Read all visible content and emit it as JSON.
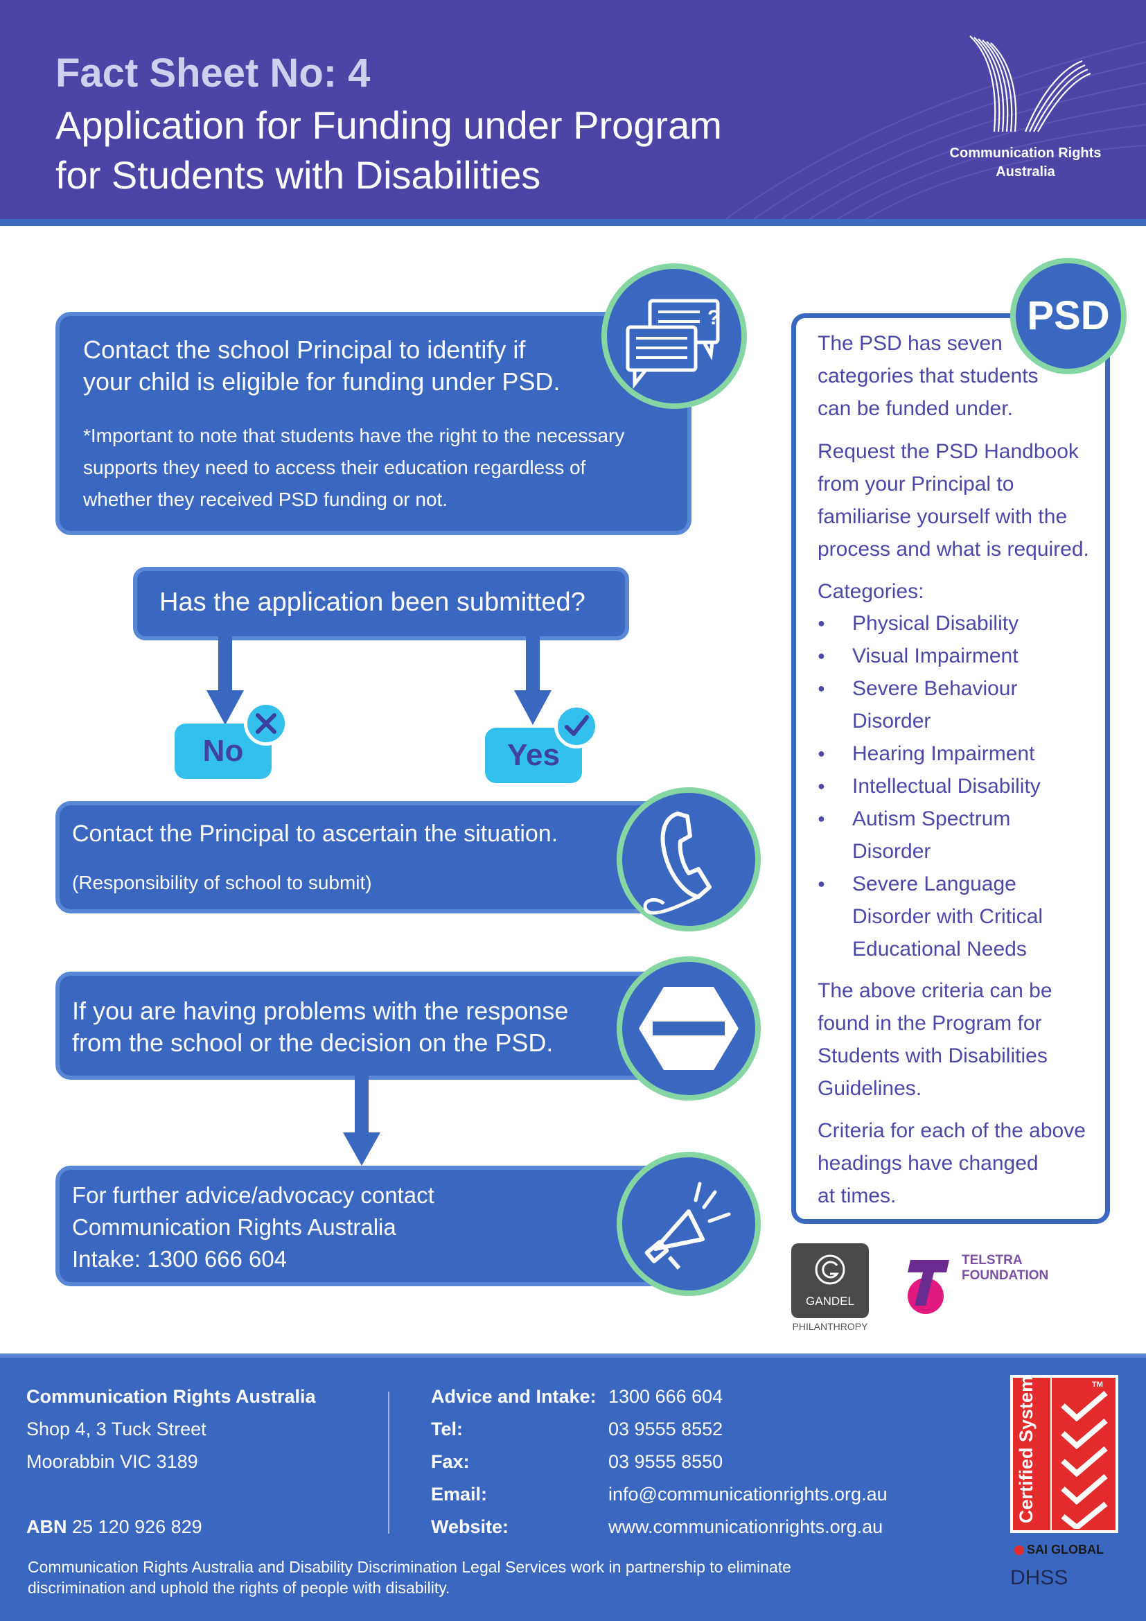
{
  "header": {
    "fact_sheet": "Fact Sheet No: 4",
    "title_line1": "Application for Funding under Program",
    "title_line2": "for Students with Disabilities",
    "logo_line1": "Communication Rights",
    "logo_line2": "Australia"
  },
  "flow": {
    "box1_main_line1": "Contact the school Principal to identify if",
    "box1_main_line2": "your child is eligible for funding under PSD.",
    "box1_note_line1": "*Important to note that students have the right to the necessary",
    "box1_note_line2": "supports they need to access their education regardless of",
    "box1_note_line3": "whether they received PSD funding or not.",
    "question": "Has the application been submitted?",
    "no_label": "No",
    "yes_label": "Yes",
    "box2_main": "Contact the Principal to ascertain the situation.",
    "box2_sub": "(Responsibility of school to submit)",
    "box3_line1": "If you are having problems with the response",
    "box3_line2": "from the school or the decision on the PSD.",
    "box4_line1": "For further advice/advocacy contact",
    "box4_line2": "Communication Rights Australia",
    "box4_line3": "Intake: 1300 666 604"
  },
  "side": {
    "badge": "PSD",
    "p1_l1": "The PSD has seven",
    "p1_l2": "categories that students",
    "p1_l3": "can be funded under.",
    "p2_l1": "Request the PSD Handbook",
    "p2_l2": "from your Principal to",
    "p2_l3": "familiarise yourself with the",
    "p2_l4": "process and what is required.",
    "categories_heading": "Categories:",
    "categories": [
      {
        "l1": "Physical Disability",
        "l2": ""
      },
      {
        "l1": "Visual Impairment",
        "l2": ""
      },
      {
        "l1": "Severe Behaviour",
        "l2": "Disorder"
      },
      {
        "l1": "Hearing Impairment",
        "l2": ""
      },
      {
        "l1": "Intellectual Disability",
        "l2": ""
      },
      {
        "l1": "Autism Spectrum",
        "l2": "Disorder"
      },
      {
        "l1": "Severe Language",
        "l2": "Disorder with Critical",
        "l3": "Educational Needs"
      }
    ],
    "p3_l1": "The above criteria can be",
    "p3_l2": "found in the Program for",
    "p3_l3": "Students with Disabilities",
    "p3_l4": "Guidelines.",
    "p4_l1": "Criteria for each of the above",
    "p4_l2": "headings have changed",
    "p4_l3": "at times."
  },
  "sponsors": {
    "gandel": "GANDEL",
    "gandel_sub": "PHILANTHROPY",
    "telstra_l1": "TELSTRA",
    "telstra_l2": "FOUNDATION"
  },
  "footer": {
    "org": "Communication Rights Australia",
    "addr1": "Shop 4, 3 Tuck Street",
    "addr2": "Moorabbin VIC 3189",
    "abn_label": "ABN",
    "abn": "25 120 926 829",
    "contacts": [
      {
        "label": "Advice and Intake:",
        "value": "1300 666 604"
      },
      {
        "label": "Tel:",
        "value": "03 9555 8552"
      },
      {
        "label": "Fax:",
        "value": "03 9555 8550"
      },
      {
        "label": "Email:",
        "value": "info@communicationrights.org.au"
      },
      {
        "label": "Website:",
        "value": "www.communicationrights.org.au"
      }
    ],
    "partnership_l1": "Communication Rights Australia and Disability Discrimination Legal Services work in partnership to eliminate",
    "partnership_l2": "discrimination and uphold the rights of people with disability.",
    "certified": "Certified System",
    "tm": "TM",
    "sai": "SAI GLOBAL",
    "dhss": "DHSS"
  },
  "colors": {
    "header_bg": "#4c45a6",
    "box_blue": "#3a67bf",
    "circle_ring": "#86d6a4",
    "badge_cyan": "#34c0ec",
    "side_text": "#4d47a8"
  }
}
